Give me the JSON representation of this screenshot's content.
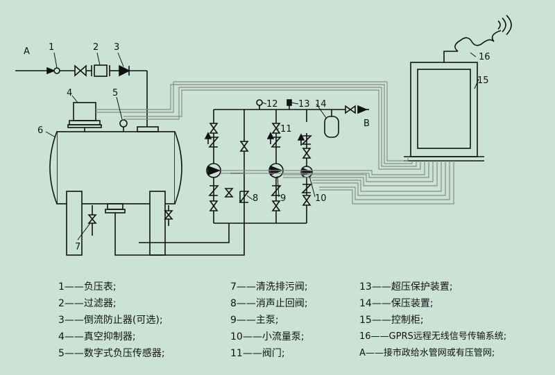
{
  "labels": {
    "A": "A",
    "B": "B",
    "n1": "1",
    "n2": "2",
    "n3": "3",
    "n4": "4",
    "n5": "5",
    "n6": "6",
    "n7": "7",
    "n8": "8",
    "n9": "9",
    "n10": "10",
    "n11": "11",
    "n12": "12",
    "n13": "13",
    "n14": "14",
    "n15": "15",
    "n16": "16"
  },
  "legend": {
    "col1": [
      {
        "key": "1",
        "text": "——负压表;"
      },
      {
        "key": "2",
        "text": "——过滤器;"
      },
      {
        "key": "3",
        "text": "——倒流防止器(可选);"
      },
      {
        "key": "4",
        "text": "——真空抑制器;"
      },
      {
        "key": "5",
        "text": "——数字式负压传感器;"
      }
    ],
    "col2": [
      {
        "key": "7",
        "text": "——清洗排污阀;"
      },
      {
        "key": "8",
        "text": "——消声止回阀;"
      },
      {
        "key": "9",
        "text": "——主泵;"
      },
      {
        "key": "10",
        "text": "——小流量泵;"
      },
      {
        "key": "11",
        "text": "——阀门;"
      }
    ],
    "col3": [
      {
        "key": "13",
        "text": "——超压保护装置;"
      },
      {
        "key": "14",
        "text": "——保压装置;"
      },
      {
        "key": "15",
        "text": "——控制柜;"
      },
      {
        "key": "16",
        "text": "——GPRS远程无线信号传输系统;"
      },
      {
        "key": "A",
        "text": "——接市政给水管网或有压管网;"
      }
    ]
  },
  "colors": {
    "background": "#cbe3d6",
    "line": "#111111",
    "signal_cable": "#8a8a8a"
  }
}
